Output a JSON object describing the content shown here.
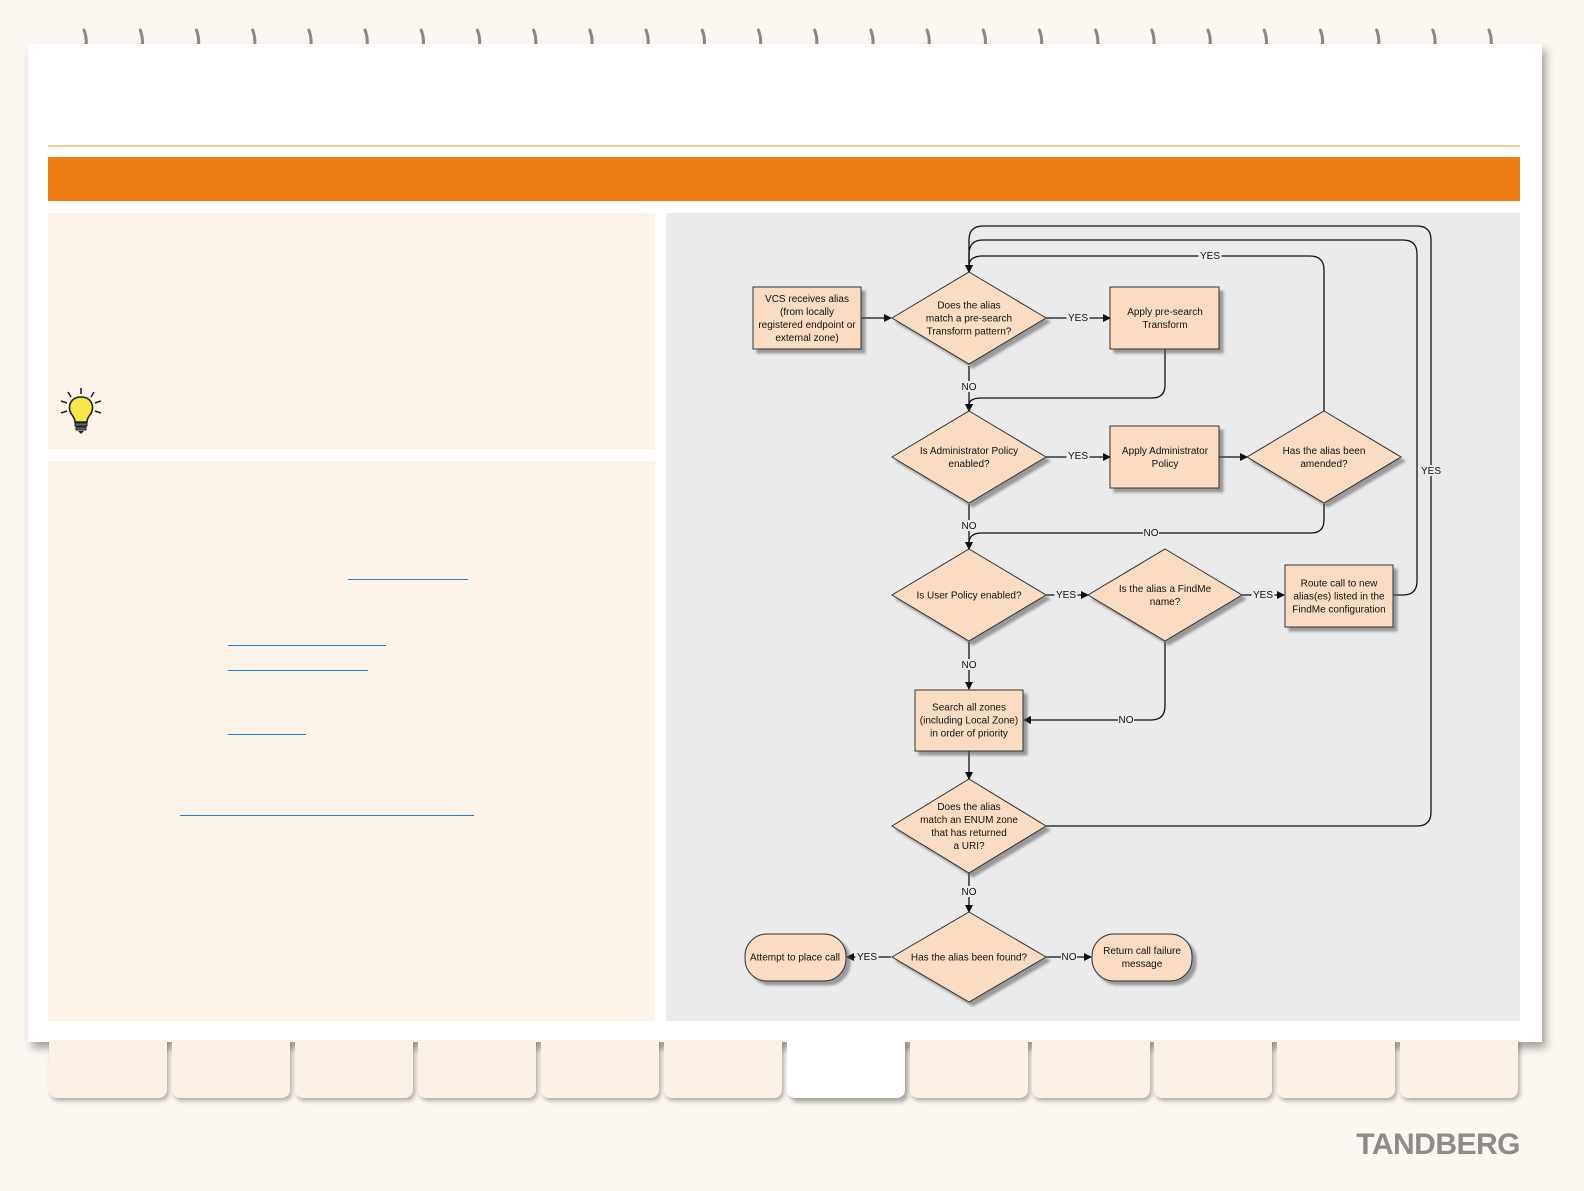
{
  "brand": {
    "logo_text": "TANDBERG",
    "accent_color": "#ec7d14"
  },
  "flowchart": {
    "nodes": {
      "receives": [
        "VCS receives alias",
        "(from locally",
        "registered endpoint or",
        "external zone)"
      ],
      "presearch_q": [
        "Does the alias",
        "match a pre-search",
        "Transform pattern?"
      ],
      "apply_presearch": [
        "Apply pre-search",
        "Transform"
      ],
      "admin_q": [
        "Is Administrator Policy",
        "enabled?"
      ],
      "apply_admin": [
        "Apply Administrator",
        "Policy"
      ],
      "amended_q": [
        "Has the alias been",
        "amended?"
      ],
      "user_q": [
        "Is User Policy enabled?"
      ],
      "findme_q": [
        "Is the alias a FindMe",
        "name?"
      ],
      "route_findme": [
        "Route call to new",
        "alias(es) listed in the",
        "FindMe configuration"
      ],
      "search_zones": [
        "Search all zones",
        "(including Local Zone)",
        "in order of priority"
      ],
      "enum_q": [
        "Does the alias",
        "match an ENUM zone",
        "that has returned",
        "a URI?"
      ],
      "found_q": [
        "Has the alias been found?"
      ],
      "attempt": [
        "Attempt to place call"
      ],
      "failure": [
        "Return call failure",
        "message"
      ]
    },
    "edge_labels": {
      "yes": "YES",
      "no": "NO"
    }
  }
}
